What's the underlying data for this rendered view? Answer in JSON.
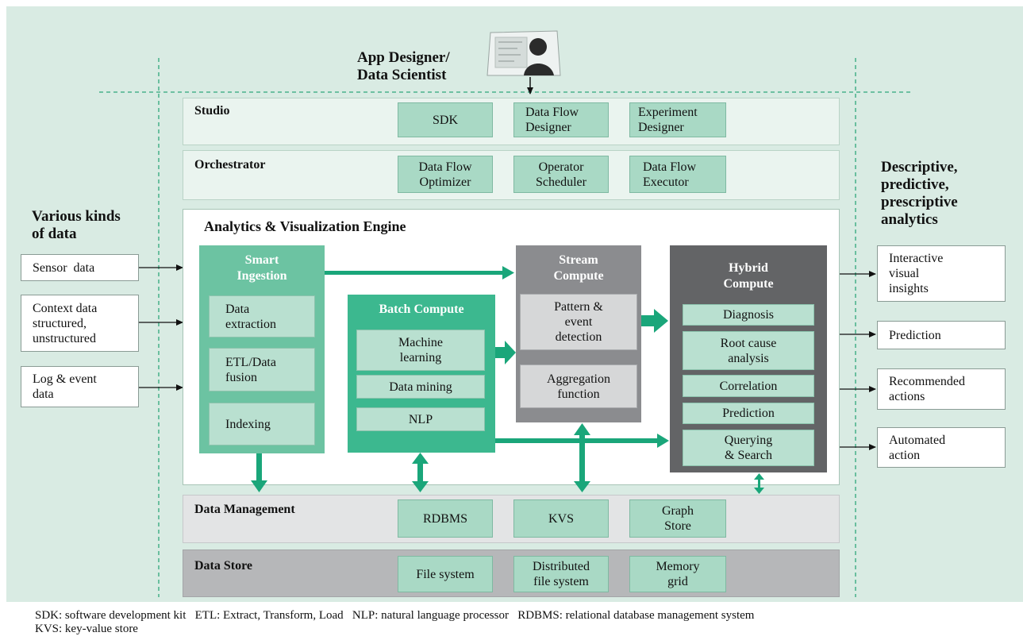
{
  "designer": {
    "label_line1": "App Designer/",
    "label_line2": "Data Scientist"
  },
  "studio": {
    "title": "Studio",
    "items": [
      {
        "lines": [
          "SDK"
        ]
      },
      {
        "lines": [
          "Data Flow",
          "Designer"
        ]
      },
      {
        "lines": [
          "Experiment",
          "Designer"
        ]
      }
    ]
  },
  "orchestrator": {
    "title": "Orchestrator",
    "items": [
      {
        "lines": [
          "Data Flow",
          "Optimizer"
        ]
      },
      {
        "lines": [
          "Operator",
          "Scheduler"
        ]
      },
      {
        "lines": [
          "Data Flow",
          "Executor"
        ]
      }
    ]
  },
  "engine": {
    "title": "Analytics & Visualization Engine",
    "ingestion": {
      "title_line1": "Smart",
      "title_line2": "Ingestion",
      "items": [
        {
          "lines": [
            "Data",
            "extraction"
          ]
        },
        {
          "lines": [
            "ETL/Data",
            "fusion"
          ]
        },
        {
          "lines": [
            "Indexing"
          ]
        }
      ]
    },
    "batch": {
      "title": "Batch Compute",
      "items": [
        {
          "lines": [
            "Machine",
            "learning"
          ]
        },
        {
          "lines": [
            "Data mining"
          ]
        },
        {
          "lines": [
            "NLP"
          ]
        }
      ]
    },
    "stream": {
      "title_line1": "Stream",
      "title_line2": "Compute",
      "items": [
        {
          "lines": [
            "Pattern &",
            "event",
            "detection"
          ]
        },
        {
          "lines": [
            "Aggregation",
            "function"
          ]
        }
      ]
    },
    "hybrid": {
      "title_line1": "Hybrid",
      "title_line2": "Compute",
      "items": [
        {
          "lines": [
            "Diagnosis"
          ]
        },
        {
          "lines": [
            "Root cause",
            "analysis"
          ]
        },
        {
          "lines": [
            "Correlation"
          ]
        },
        {
          "lines": [
            "Prediction"
          ]
        },
        {
          "lines": [
            "Querying",
            "& Search"
          ]
        }
      ]
    }
  },
  "data_management": {
    "title": "Data Management",
    "items": [
      {
        "lines": [
          "RDBMS"
        ]
      },
      {
        "lines": [
          "KVS"
        ]
      },
      {
        "lines": [
          "Graph",
          "Store"
        ]
      }
    ]
  },
  "data_store": {
    "title": "Data Store",
    "items": [
      {
        "lines": [
          "File system"
        ]
      },
      {
        "lines": [
          "Distributed",
          "file system"
        ]
      },
      {
        "lines": [
          "Memory",
          "grid"
        ]
      }
    ]
  },
  "inputs": {
    "heading_line1": "Various kinds",
    "heading_line2": "of data",
    "items": [
      {
        "lines": [
          "Sensor  data"
        ]
      },
      {
        "lines": [
          "Context data",
          "structured,",
          "unstructured"
        ]
      },
      {
        "lines": [
          "Log & event",
          "data"
        ]
      }
    ]
  },
  "outputs": {
    "heading_lines": [
      "Descriptive,",
      "predictive,",
      "prescriptive",
      "analytics"
    ],
    "items": [
      {
        "lines": [
          "Interactive",
          "visual",
          "insights"
        ]
      },
      {
        "lines": [
          "Prediction"
        ]
      },
      {
        "lines": [
          "Recommended",
          "actions"
        ]
      },
      {
        "lines": [
          "Automated",
          "action"
        ]
      }
    ]
  },
  "footnotes": {
    "line1": "SDK: software development kit   ETL: Extract, Transform, Load   NLP: natural language processor   RDBMS: relational database management system",
    "line2": "KVS: key-value store"
  },
  "colors": {
    "background": "#d9ebe3",
    "arrow_green": "#1aa67a",
    "ingestion": "#6cc3a2",
    "batch": "#3cb88f",
    "stream": "#8b8c8f",
    "hybrid": "#636466"
  },
  "icons": {
    "designer": "person-at-screen-icon"
  }
}
